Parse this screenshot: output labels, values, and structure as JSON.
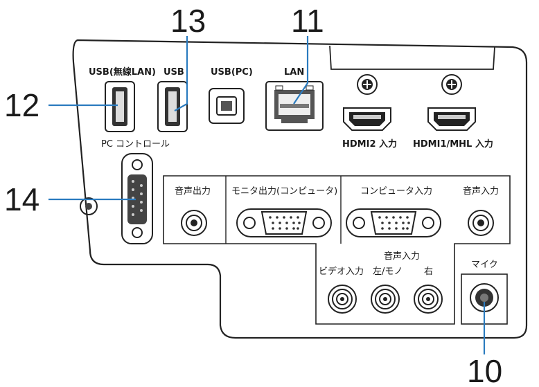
{
  "callouts": {
    "n10": "10",
    "n11": "11",
    "n12": "12",
    "n13": "13",
    "n14": "14"
  },
  "ports": {
    "usb_wireless_lan": "USB(無線LAN)",
    "usb": "USB",
    "usb_pc": "USB(PC)",
    "lan": "LAN",
    "hdmi2_in": "HDMI2 入力",
    "hdmi1_mhl_in": "HDMI1/MHL 入力",
    "pc_control": "PC コントロール",
    "audio_out": "音声出力",
    "monitor_out": "モニタ出力(コンピュータ)",
    "computer_in": "コンピュータ入力",
    "audio_in": "音声入力",
    "audio_in_lr": "音声入力",
    "video_in": "ビデオ入力",
    "left_mono": "左/モノ",
    "right": "右",
    "mic": "マイク"
  },
  "colors": {
    "callout_line": "#2a7bbf",
    "outline": "#222222"
  }
}
